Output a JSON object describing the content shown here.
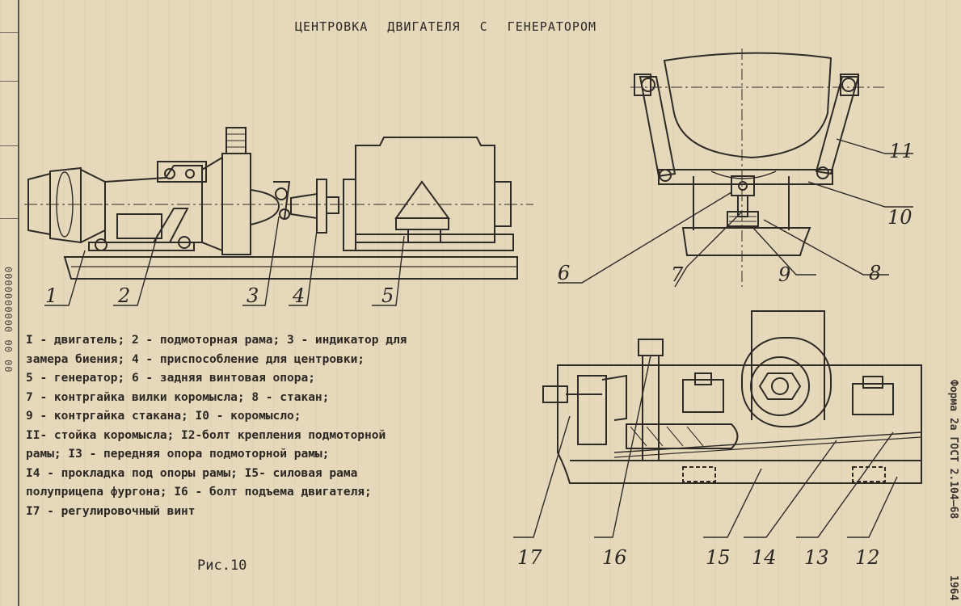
{
  "title": "ЦЕНТРОВКА ДВИГАТЕЛЯ С ГЕНЕРАТОРОМ",
  "callouts": {
    "c1": "1",
    "c2": "2",
    "c3": "3",
    "c4": "4",
    "c5": "5",
    "c6": "6",
    "c7": "7",
    "c8": "8",
    "c9": "9",
    "c10": "10",
    "c11": "11",
    "c12": "12",
    "c13": "13",
    "c14": "14",
    "c15": "15",
    "c16": "16",
    "c17": "17"
  },
  "legend": [
    "I - двигатель; 2 - подмоторная рама; 3 - индикатор для",
    "замера биения; 4 - приспособление для центровки;",
    "5 - генератор; 6 - задняя винтовая опора;",
    "7 - контргайка вилки коромысла; 8 - стакан;",
    "9 - контргайка стакана; I0 - коромысло;",
    "II- стойка коромысла; I2-болт крепления подмоторной",
    "рамы; I3 - передняя опора подмоторной рамы;",
    "I4 - прокладка под опоры рамы; I5- силовая рама",
    "полуприцепа фургона; I6 - болт подъема двигателя;",
    "I7 - регулировочный винт"
  ],
  "caption": "Рис.10",
  "margin_left_text": "0000000000 00 00",
  "margin_right_text": [
    "Форма 2а ГОСТ 2.104—68",
    "1964"
  ]
}
